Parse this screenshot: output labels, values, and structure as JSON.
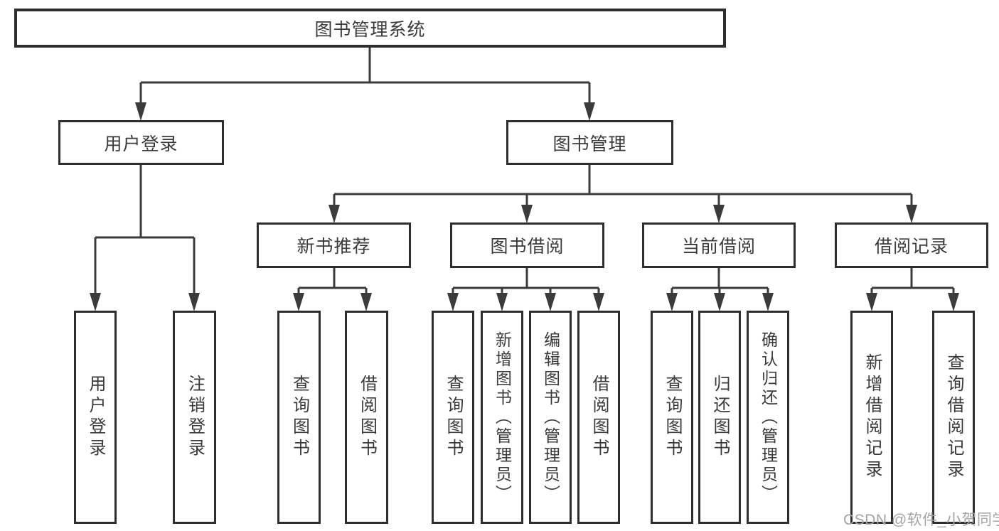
{
  "diagram_title": "图书管理系统",
  "nodes": {
    "root": {
      "id": "root",
      "label": "图书管理系统"
    },
    "level2": [
      {
        "id": "user-login",
        "label": "用户登录",
        "parent": "root"
      },
      {
        "id": "book-management",
        "label": "图书管理",
        "parent": "root"
      }
    ],
    "level3": [
      {
        "id": "new-book-recommend",
        "label": "新书推荐",
        "parent": "book-management"
      },
      {
        "id": "book-borrow",
        "label": "图书借阅",
        "parent": "book-management"
      },
      {
        "id": "current-borrow",
        "label": "当前借阅",
        "parent": "book-management"
      },
      {
        "id": "borrow-record",
        "label": "借阅记录",
        "parent": "book-management"
      }
    ],
    "leaves": [
      {
        "label": "用户登录",
        "parent": "user-login"
      },
      {
        "label": "注销登录",
        "parent": "user-login"
      },
      {
        "label": "查询图书",
        "parent": "new-book-recommend"
      },
      {
        "label": "借阅图书",
        "parent": "new-book-recommend"
      },
      {
        "label": "查询图书",
        "parent": "book-borrow"
      },
      {
        "label": "新增图书（管理员）",
        "parent": "book-borrow"
      },
      {
        "label": "编辑图书（管理员）",
        "parent": "book-borrow"
      },
      {
        "label": "借阅图书",
        "parent": "book-borrow"
      },
      {
        "label": "查询图书",
        "parent": "current-borrow"
      },
      {
        "label": "归还图书",
        "parent": "current-borrow"
      },
      {
        "label": "确认归还（管理员）",
        "parent": "current-borrow"
      },
      {
        "label": "新增借阅记录",
        "parent": "borrow-record"
      },
      {
        "label": "查询借阅记录",
        "parent": "borrow-record"
      }
    ]
  },
  "watermark": {
    "text": "CSDN @软件_小贺同学"
  },
  "colors": {
    "line": "#3b3b3b",
    "box_border": "#2e2e2e",
    "text": "#3a3a3a",
    "watermark": "#a3a3a3",
    "background": "#ffffff"
  }
}
